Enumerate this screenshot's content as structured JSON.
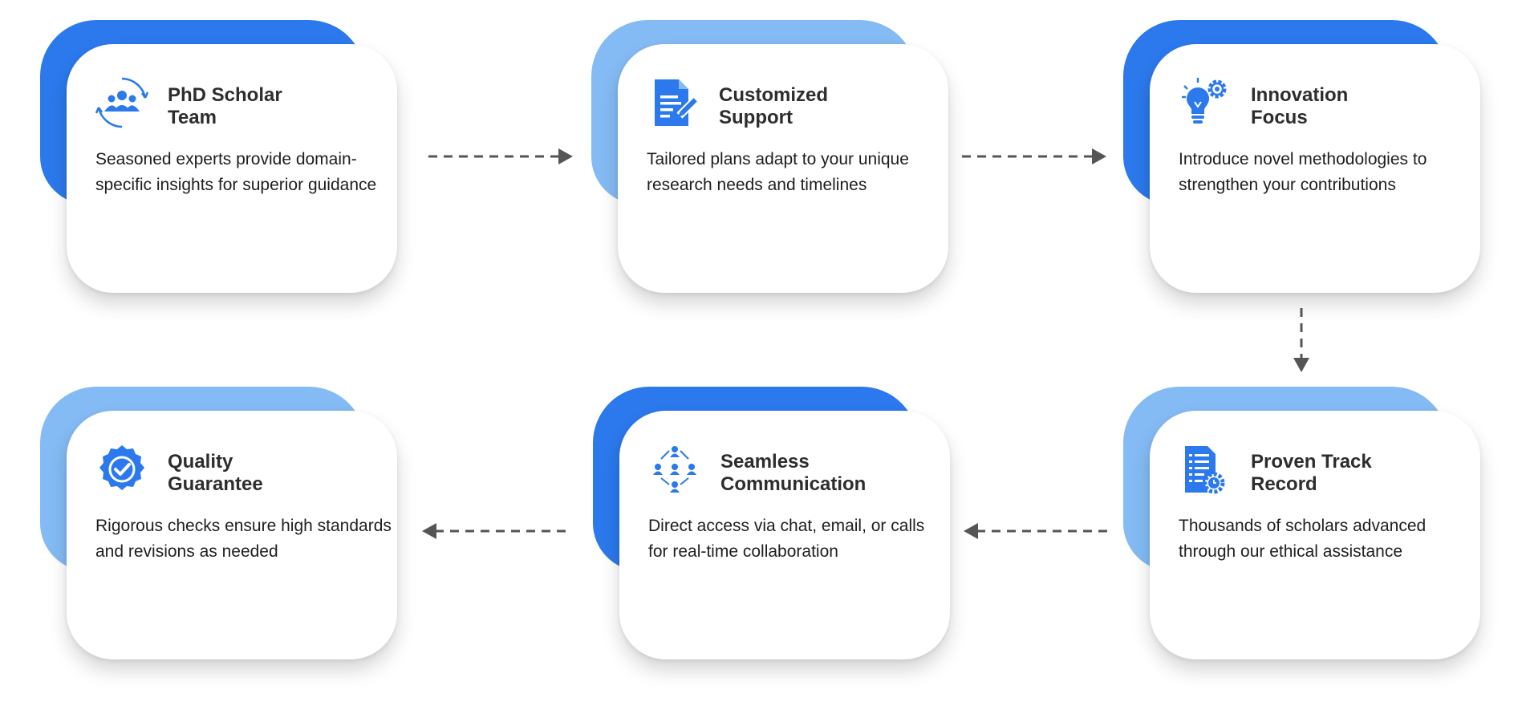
{
  "colors": {
    "accent_dark": "#2b79ec",
    "accent_light": "#84bbf4",
    "card_bg": "#ffffff",
    "arrow": "#555555"
  },
  "cards": [
    {
      "title_line1": "PhD Scholar",
      "title_line2": "Team",
      "description": "Seasoned experts provide domain-specific insights for superior guidance",
      "icon": "team-circle-icon"
    },
    {
      "title_line1": "Customized",
      "title_line2": "Support",
      "description": "Tailored plans adapt to your unique research needs and timelines",
      "icon": "document-pen-icon"
    },
    {
      "title_line1": "Innovation",
      "title_line2": "Focus",
      "description": "Introduce novel methodologies to strengthen your contributions",
      "icon": "lightbulb-gear-icon"
    },
    {
      "title_line1": "Proven Track",
      "title_line2": "Record",
      "description": "Thousands of scholars advanced through our ethical assistance",
      "icon": "report-clock-icon"
    },
    {
      "title_line1": "Seamless",
      "title_line2": "Communication",
      "description": "Direct access via chat, email, or calls for real-time collaboration",
      "icon": "network-people-icon"
    },
    {
      "title_line1": "Quality",
      "title_line2": "Guarantee",
      "description": "Rigorous checks ensure high standards and revisions as needed",
      "icon": "check-badge-icon"
    }
  ]
}
